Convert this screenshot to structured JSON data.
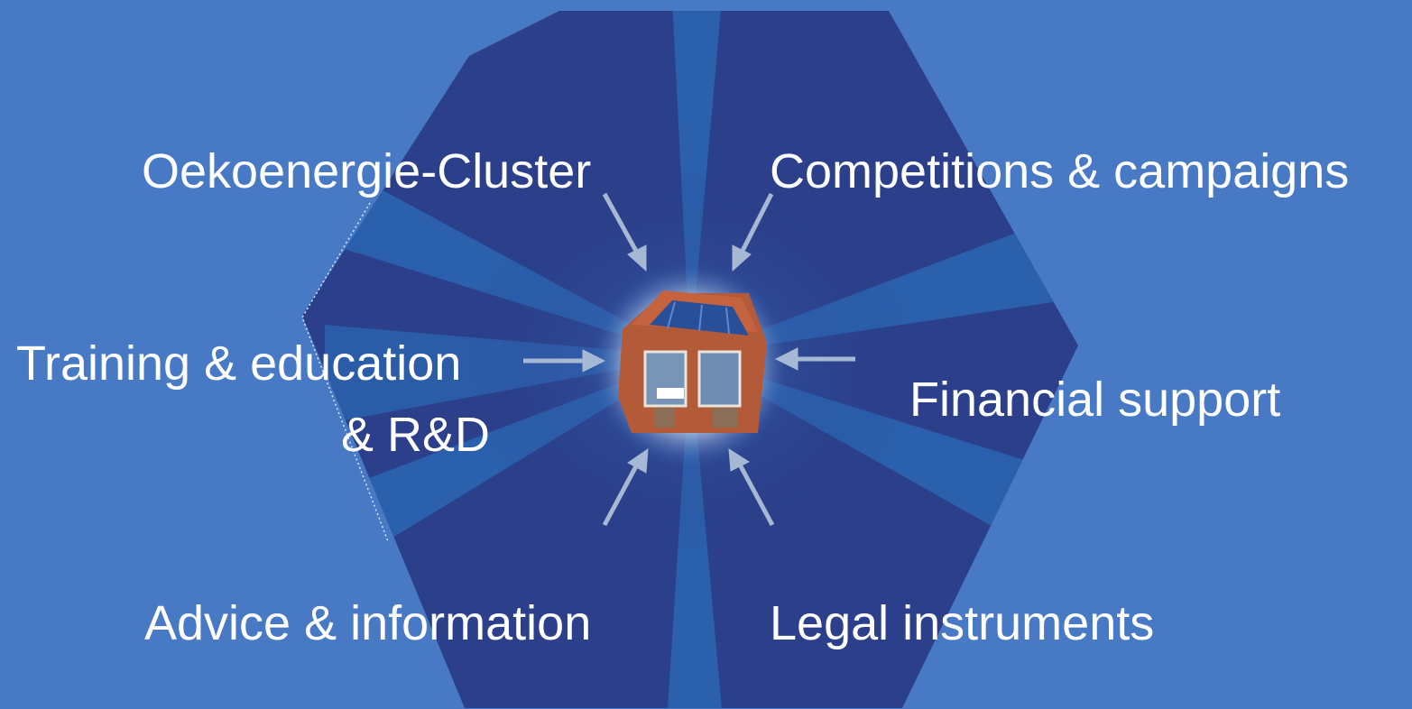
{
  "diagram": {
    "colors": {
      "background": "#4779c4",
      "hexagon_dark": "#2a3c86",
      "hexagon_light": "#2a64b0",
      "arrow": "#a7b8d4",
      "text": "#ffffff"
    },
    "center": {
      "icon": "house-with-solar-panels-icon"
    },
    "labels": {
      "oekoenergie_cluster": "Oekoenergie-Cluster",
      "competitions": "Competitions & campaigns",
      "training_line1": "Training & education",
      "training_line2": "& R&D",
      "financial_support": "Financial support",
      "advice": "Advice & information",
      "legal": "Legal instruments"
    }
  }
}
